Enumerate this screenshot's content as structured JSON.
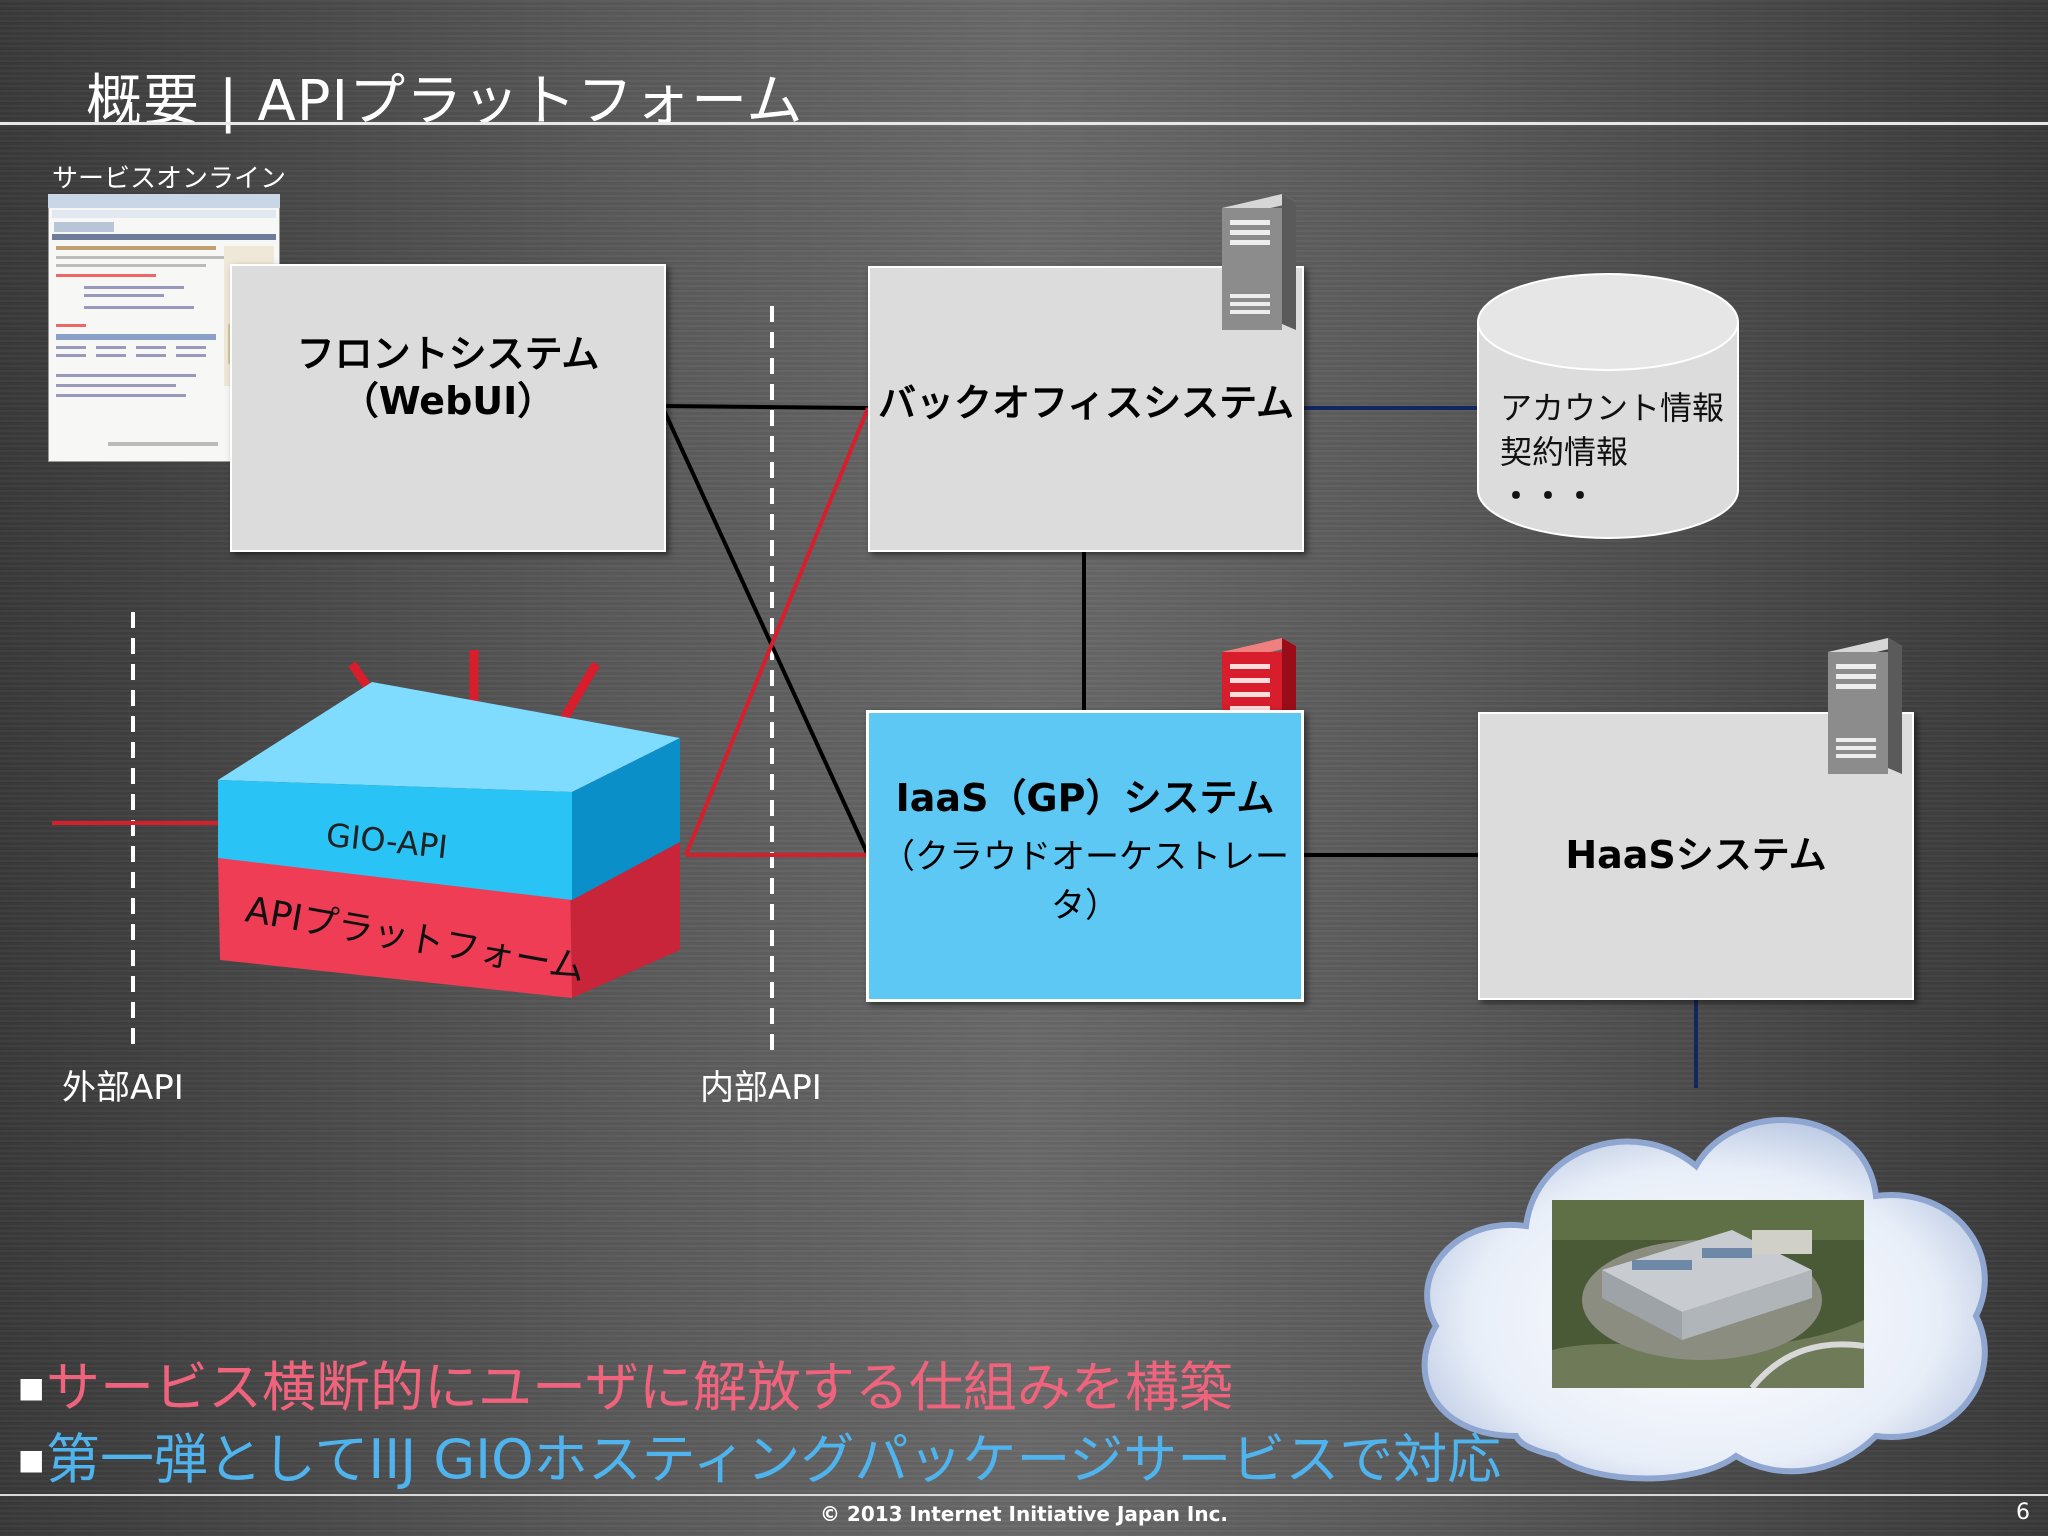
{
  "slide": {
    "title": "概要 | APIプラットフォーム",
    "service_online_label": "サービスオンライン",
    "front_line1": "フロントシステム",
    "front_line2": "（WebUI）",
    "backoffice": "バックオフィスシステム",
    "db_line1": "アカウント情報",
    "db_line2": "契約情報",
    "db_line3": "・・・",
    "iaas_line1": "IaaS（GP）システム",
    "iaas_line2": "（クラウドオーケストレータ）",
    "haas": "HaaSシステム",
    "gio_api": "GIO-API",
    "api_platform": "APIプラットフォーム",
    "external_api": "外部API",
    "internal_api": "内部API",
    "bullet1": "サービス横断的にユーザに解放する仕組みを構築",
    "bullet2": "第一弾としてIIJ GIOホスティングパッケージサービスで対応",
    "footer": "© 2013 Internet Initiative Japan Inc.",
    "page_number": "6"
  },
  "colors": {
    "red_line": "#d81e2c",
    "black_line": "#000000",
    "navy_line": "#12275e",
    "gio_blue": "#29c3f5",
    "platform_red": "#ee3d55",
    "iaas_blue": "#5ec8f5",
    "bullet_red": "#f0637c",
    "bullet_blue": "#4fb3ee"
  }
}
